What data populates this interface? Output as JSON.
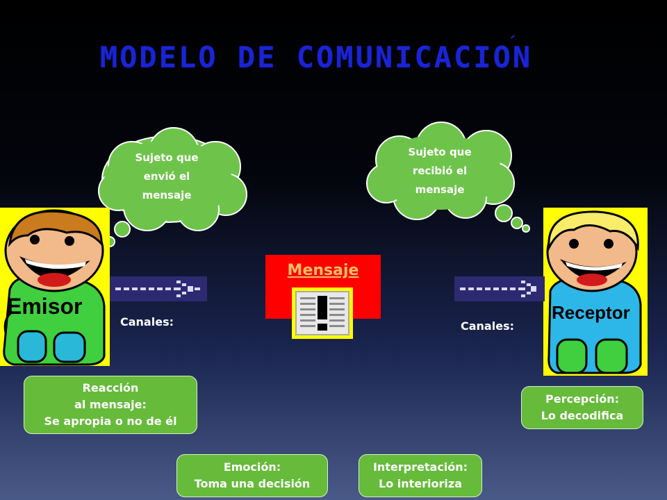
{
  "title": "MODELO DE COMUNICACION",
  "clouds": {
    "emisor": [
      "Sujeto que",
      "envió el",
      "mensaje"
    ],
    "receptor": [
      "Sujeto que",
      "recibió el",
      "mensaje"
    ]
  },
  "persons": {
    "emisor": "Emisor",
    "receptor": "Receptor"
  },
  "channels": {
    "left": "Canales:",
    "right": "Canales:"
  },
  "message": {
    "label": "Mensaje"
  },
  "boxes": {
    "reaccion": [
      "Reacción",
      "al mensaje:",
      "Se apropia o no de él"
    ],
    "percepcion": [
      "Percepción:",
      "Lo decodifica"
    ],
    "emocion": [
      "Emoción:",
      "Toma una decisión"
    ],
    "interpretacion": [
      "Interpretación:",
      "Lo interioriza"
    ]
  },
  "colors": {
    "title": "#1a24d6",
    "cloud": "#6ec44a",
    "box": "#66bb3a",
    "message": "#ff0000",
    "person_bg": "#ffff00",
    "channel": "#2d2a72"
  }
}
